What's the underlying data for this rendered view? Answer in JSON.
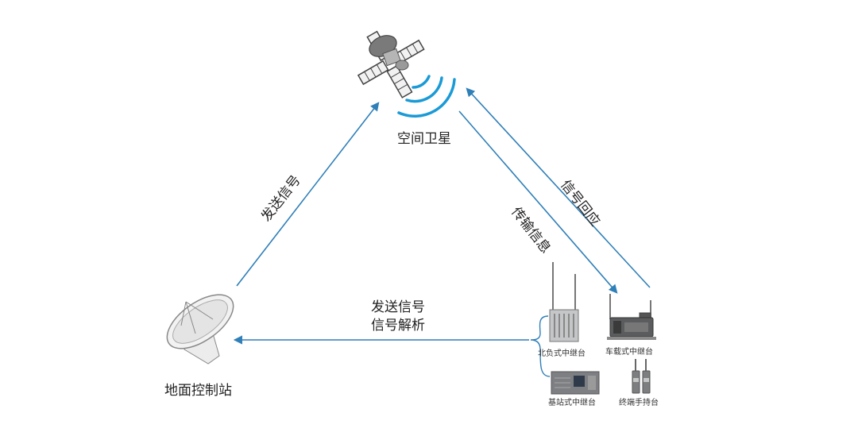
{
  "diagram": {
    "nodes": {
      "satellite": {
        "label": "空间卫星",
        "icon": "satellite-icon"
      },
      "ground_station": {
        "label": "地面控制站",
        "icon": "satellite-dish-icon"
      },
      "repeaters": [
        {
          "label": "北负式中继台",
          "icon": "backpack-repeater-icon"
        },
        {
          "label": "车载式中继台",
          "icon": "vehicle-repeater-icon"
        },
        {
          "label": "基站式中继台",
          "icon": "base-station-repeater-icon"
        },
        {
          "label": "终端手持台",
          "icon": "handheld-radio-icon"
        }
      ]
    },
    "edges": {
      "ground_to_satellite": "发送信号",
      "satellite_to_terminal": "传输信息",
      "terminal_to_satellite": "信号回应",
      "terminal_to_ground_line1": "发送信号",
      "terminal_to_ground_line2": "信号解析"
    },
    "colors": {
      "arrow": "#2f7fb8",
      "signal_waves": "#1a9ad6",
      "equipment": "#8a8d90"
    }
  }
}
